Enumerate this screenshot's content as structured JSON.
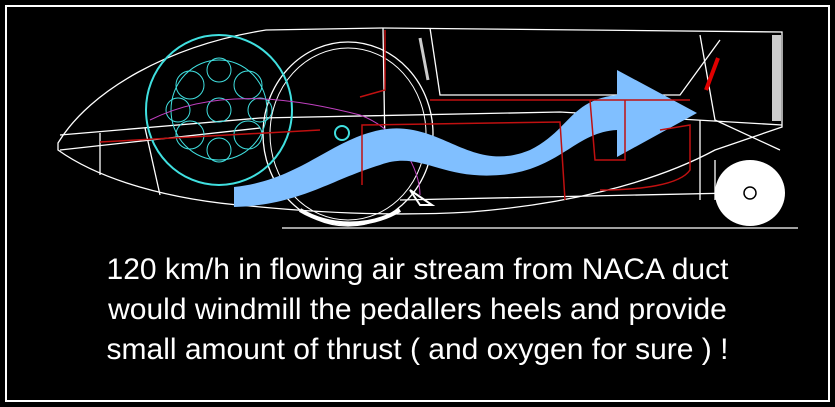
{
  "caption": {
    "lines": [
      "120 km/h in flowing air stream from NACA duct",
      "would windmill the pedallers heels and provide",
      "small amount of thrust ( and oxygen for sure ) !"
    ]
  },
  "colors": {
    "background": "#000000",
    "outline": "#ffffff",
    "fan": "#40e0e0",
    "frame": "#c01010",
    "airflow": "#80bfff",
    "cable": "#c040c0"
  }
}
